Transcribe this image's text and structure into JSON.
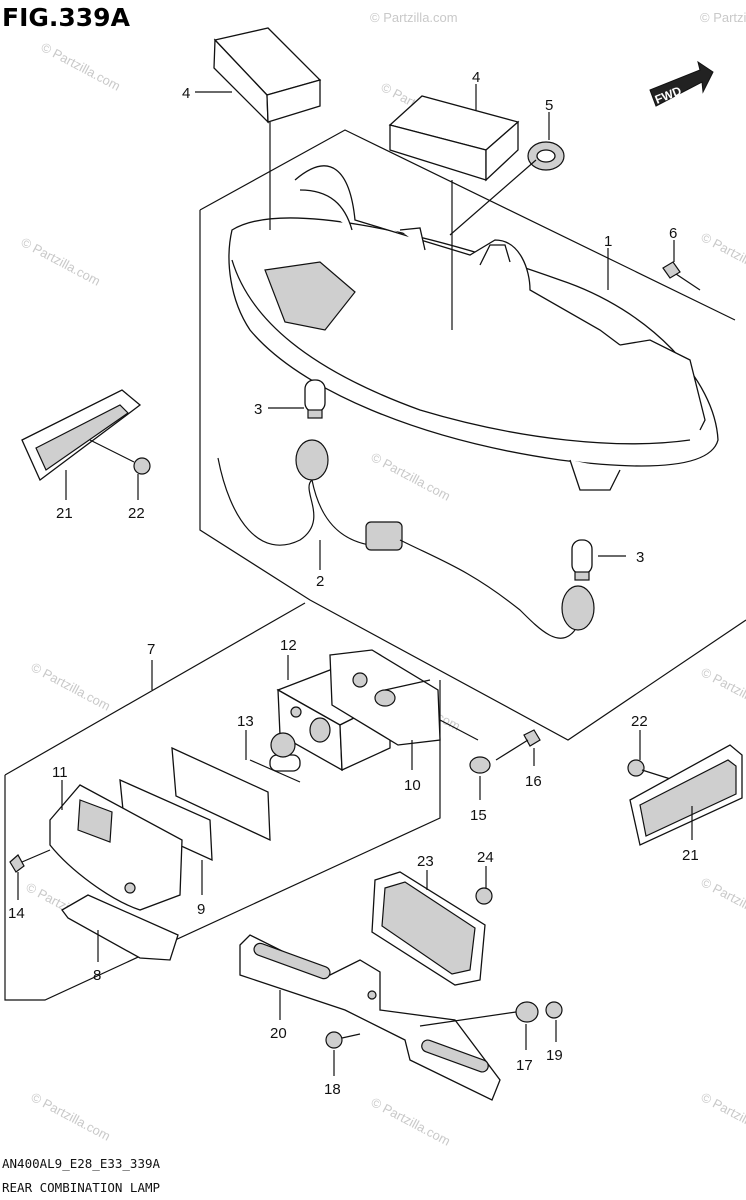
{
  "figure": {
    "title": "FIG.339A",
    "model_code": "AN400AL9_E28_E33_339A",
    "caption": "REAR COMBINATION LAMP",
    "fwd_label": "FWD"
  },
  "watermarks": [
    "© Partzilla.com"
  ],
  "callouts": [
    {
      "id": "c4a",
      "text": "4"
    },
    {
      "id": "c4b",
      "text": "4"
    },
    {
      "id": "c5",
      "text": "5"
    },
    {
      "id": "c1",
      "text": "1"
    },
    {
      "id": "c6",
      "text": "6"
    },
    {
      "id": "c3a",
      "text": "3"
    },
    {
      "id": "c3b",
      "text": "3"
    },
    {
      "id": "c2",
      "text": "2"
    },
    {
      "id": "c21a",
      "text": "21"
    },
    {
      "id": "c22a",
      "text": "22"
    },
    {
      "id": "c7",
      "text": "7"
    },
    {
      "id": "c12",
      "text": "12"
    },
    {
      "id": "c13",
      "text": "13"
    },
    {
      "id": "c11",
      "text": "11"
    },
    {
      "id": "c10",
      "text": "10"
    },
    {
      "id": "c15",
      "text": "15"
    },
    {
      "id": "c16",
      "text": "16"
    },
    {
      "id": "c22b",
      "text": "22"
    },
    {
      "id": "c21b",
      "text": "21"
    },
    {
      "id": "c9",
      "text": "9"
    },
    {
      "id": "c14",
      "text": "14"
    },
    {
      "id": "c8",
      "text": "8"
    },
    {
      "id": "c23",
      "text": "23"
    },
    {
      "id": "c24",
      "text": "24"
    },
    {
      "id": "c20",
      "text": "20"
    },
    {
      "id": "c17",
      "text": "17"
    },
    {
      "id": "c19",
      "text": "19"
    },
    {
      "id": "c18",
      "text": "18"
    }
  ]
}
